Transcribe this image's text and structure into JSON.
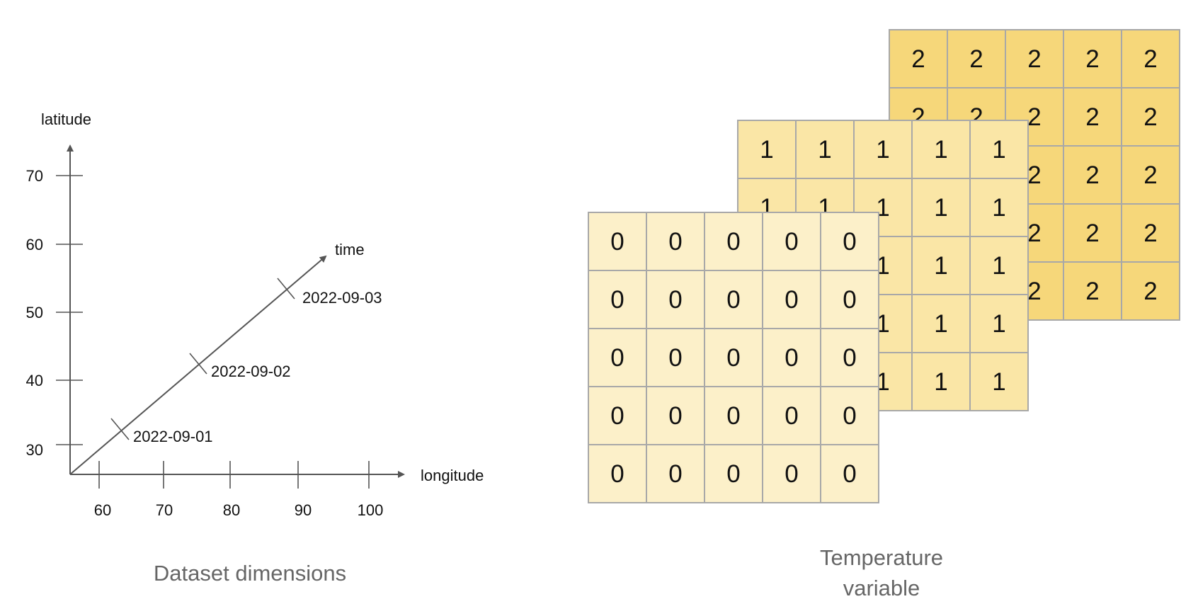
{
  "dimensions": {
    "caption": "Dataset dimensions",
    "y_axis": {
      "label": "latitude",
      "ticks": [
        "70",
        "60",
        "50",
        "40",
        "30"
      ]
    },
    "x_axis": {
      "label": "longitude",
      "ticks": [
        "60",
        "70",
        "80",
        "90",
        "100"
      ]
    },
    "time_axis": {
      "label": "time",
      "ticks": [
        "2022-09-01",
        "2022-09-02",
        "2022-09-03"
      ]
    }
  },
  "variable": {
    "caption_line1": "Temperature",
    "caption_line2": "variable",
    "layers": [
      {
        "value": "2",
        "color": "#f6d77a"
      },
      {
        "value": "1",
        "color": "#fae6a6"
      },
      {
        "value": "0",
        "color": "#fcf0c9"
      }
    ],
    "grid_color": "#a8a8a8",
    "rows": 5,
    "cols": 5
  },
  "colors": {
    "axis": "#555555",
    "caption": "#666666",
    "text": "#111111"
  }
}
